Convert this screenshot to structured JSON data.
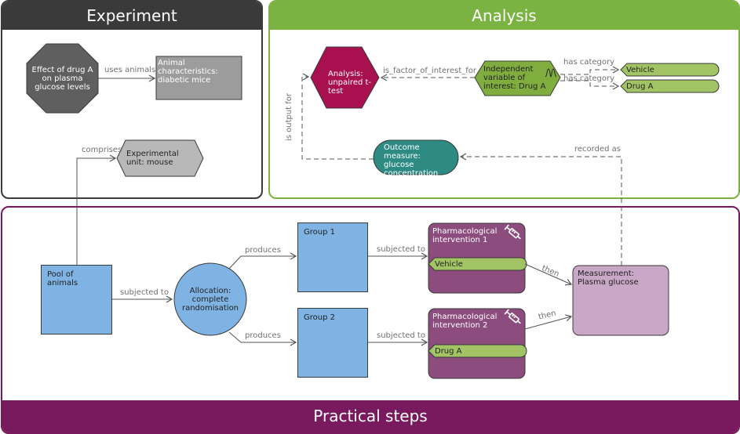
{
  "panels": {
    "experiment": "Experiment",
    "analysis": "Analysis",
    "practical": "Practical steps"
  },
  "nodes": {
    "effect": "Effect of drug A on plasma glucose levels",
    "animal_char": "Animal characteristics: diabetic mice",
    "exp_unit": "Experimental unit: mouse",
    "analysis": "Analysis: unpaired t-test",
    "indep_var": "Independent variable of interest: Drug A",
    "vehicle_cat": "Vehicle",
    "druga_cat": "Drug A",
    "outcome": "Outcome measure: glucose concentration",
    "pool": "Pool of animals",
    "allocation": "Allocation: complete randomisation",
    "group1": "Group 1",
    "group2": "Group 2",
    "pharm1": "Pharmacological intervention 1",
    "pharm1_tag": "Vehicle",
    "pharm2": "Pharmacological intervention 2",
    "pharm2_tag": "Drug A",
    "measurement": "Measurement: Plasma glucose"
  },
  "edges": {
    "uses_animals": "uses animals",
    "comprises": "comprises",
    "is_factor": "is_factor_of_interest_for",
    "has_category_1": "has category",
    "has_category_2": "has category",
    "is_output_for": "is output for",
    "recorded_as": "recorded as",
    "subjected_to_pool": "subjected to",
    "produces_1": "produces",
    "produces_2": "produces",
    "subjected_to_1": "subjected to",
    "subjected_to_2": "subjected to",
    "then_1": "then",
    "then_2": "then"
  },
  "colors": {
    "experiment": "#3a3a3a",
    "analysis": "#7ab342",
    "practical": "#7a1a5e",
    "blue_node": "#7fb3e3",
    "pharm_node": "#8c4c7e",
    "measurement_node": "#c9a7c6",
    "analysis_node": "#a8104f",
    "teal_node": "#2e8b84",
    "green_node": "#7fae3e",
    "gray_dark": "#5f5f5f",
    "gray_mid": "#9c9c9c",
    "gray_light": "#b8b8b8"
  },
  "icons": [
    "syringe-icon",
    "distribution-icon"
  ]
}
